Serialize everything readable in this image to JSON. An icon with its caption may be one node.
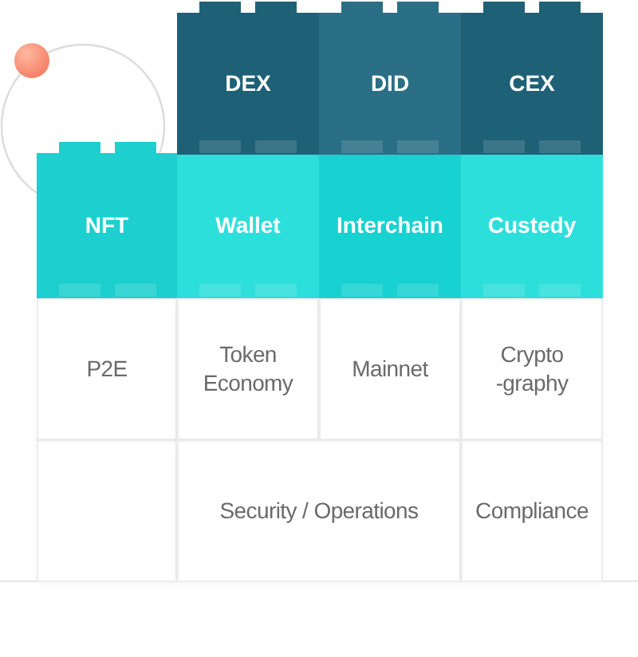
{
  "diagram": {
    "nodes": [
      {
        "text": [
          "DEX"
        ]
      },
      {
        "text": [
          "DID"
        ]
      },
      {
        "text": [
          "CEX"
        ]
      },
      {
        "text": [
          "NFT"
        ]
      },
      {
        "text": [
          "Wallet"
        ]
      },
      {
        "text": [
          "Interchain"
        ]
      },
      {
        "text": [
          "Custedy"
        ]
      },
      {
        "text": [
          "P2E"
        ]
      },
      {
        "text": [
          "Token Economy"
        ]
      },
      {
        "text": [
          "Mainnet"
        ]
      },
      {
        "text": [
          "Crypto -graphy"
        ]
      },
      {
        "text": [],
        "shape": "box"
      },
      {
        "text": [
          "Security / Operations"
        ]
      },
      {
        "text": [
          "Compliance"
        ]
      }
    ]
  }
}
